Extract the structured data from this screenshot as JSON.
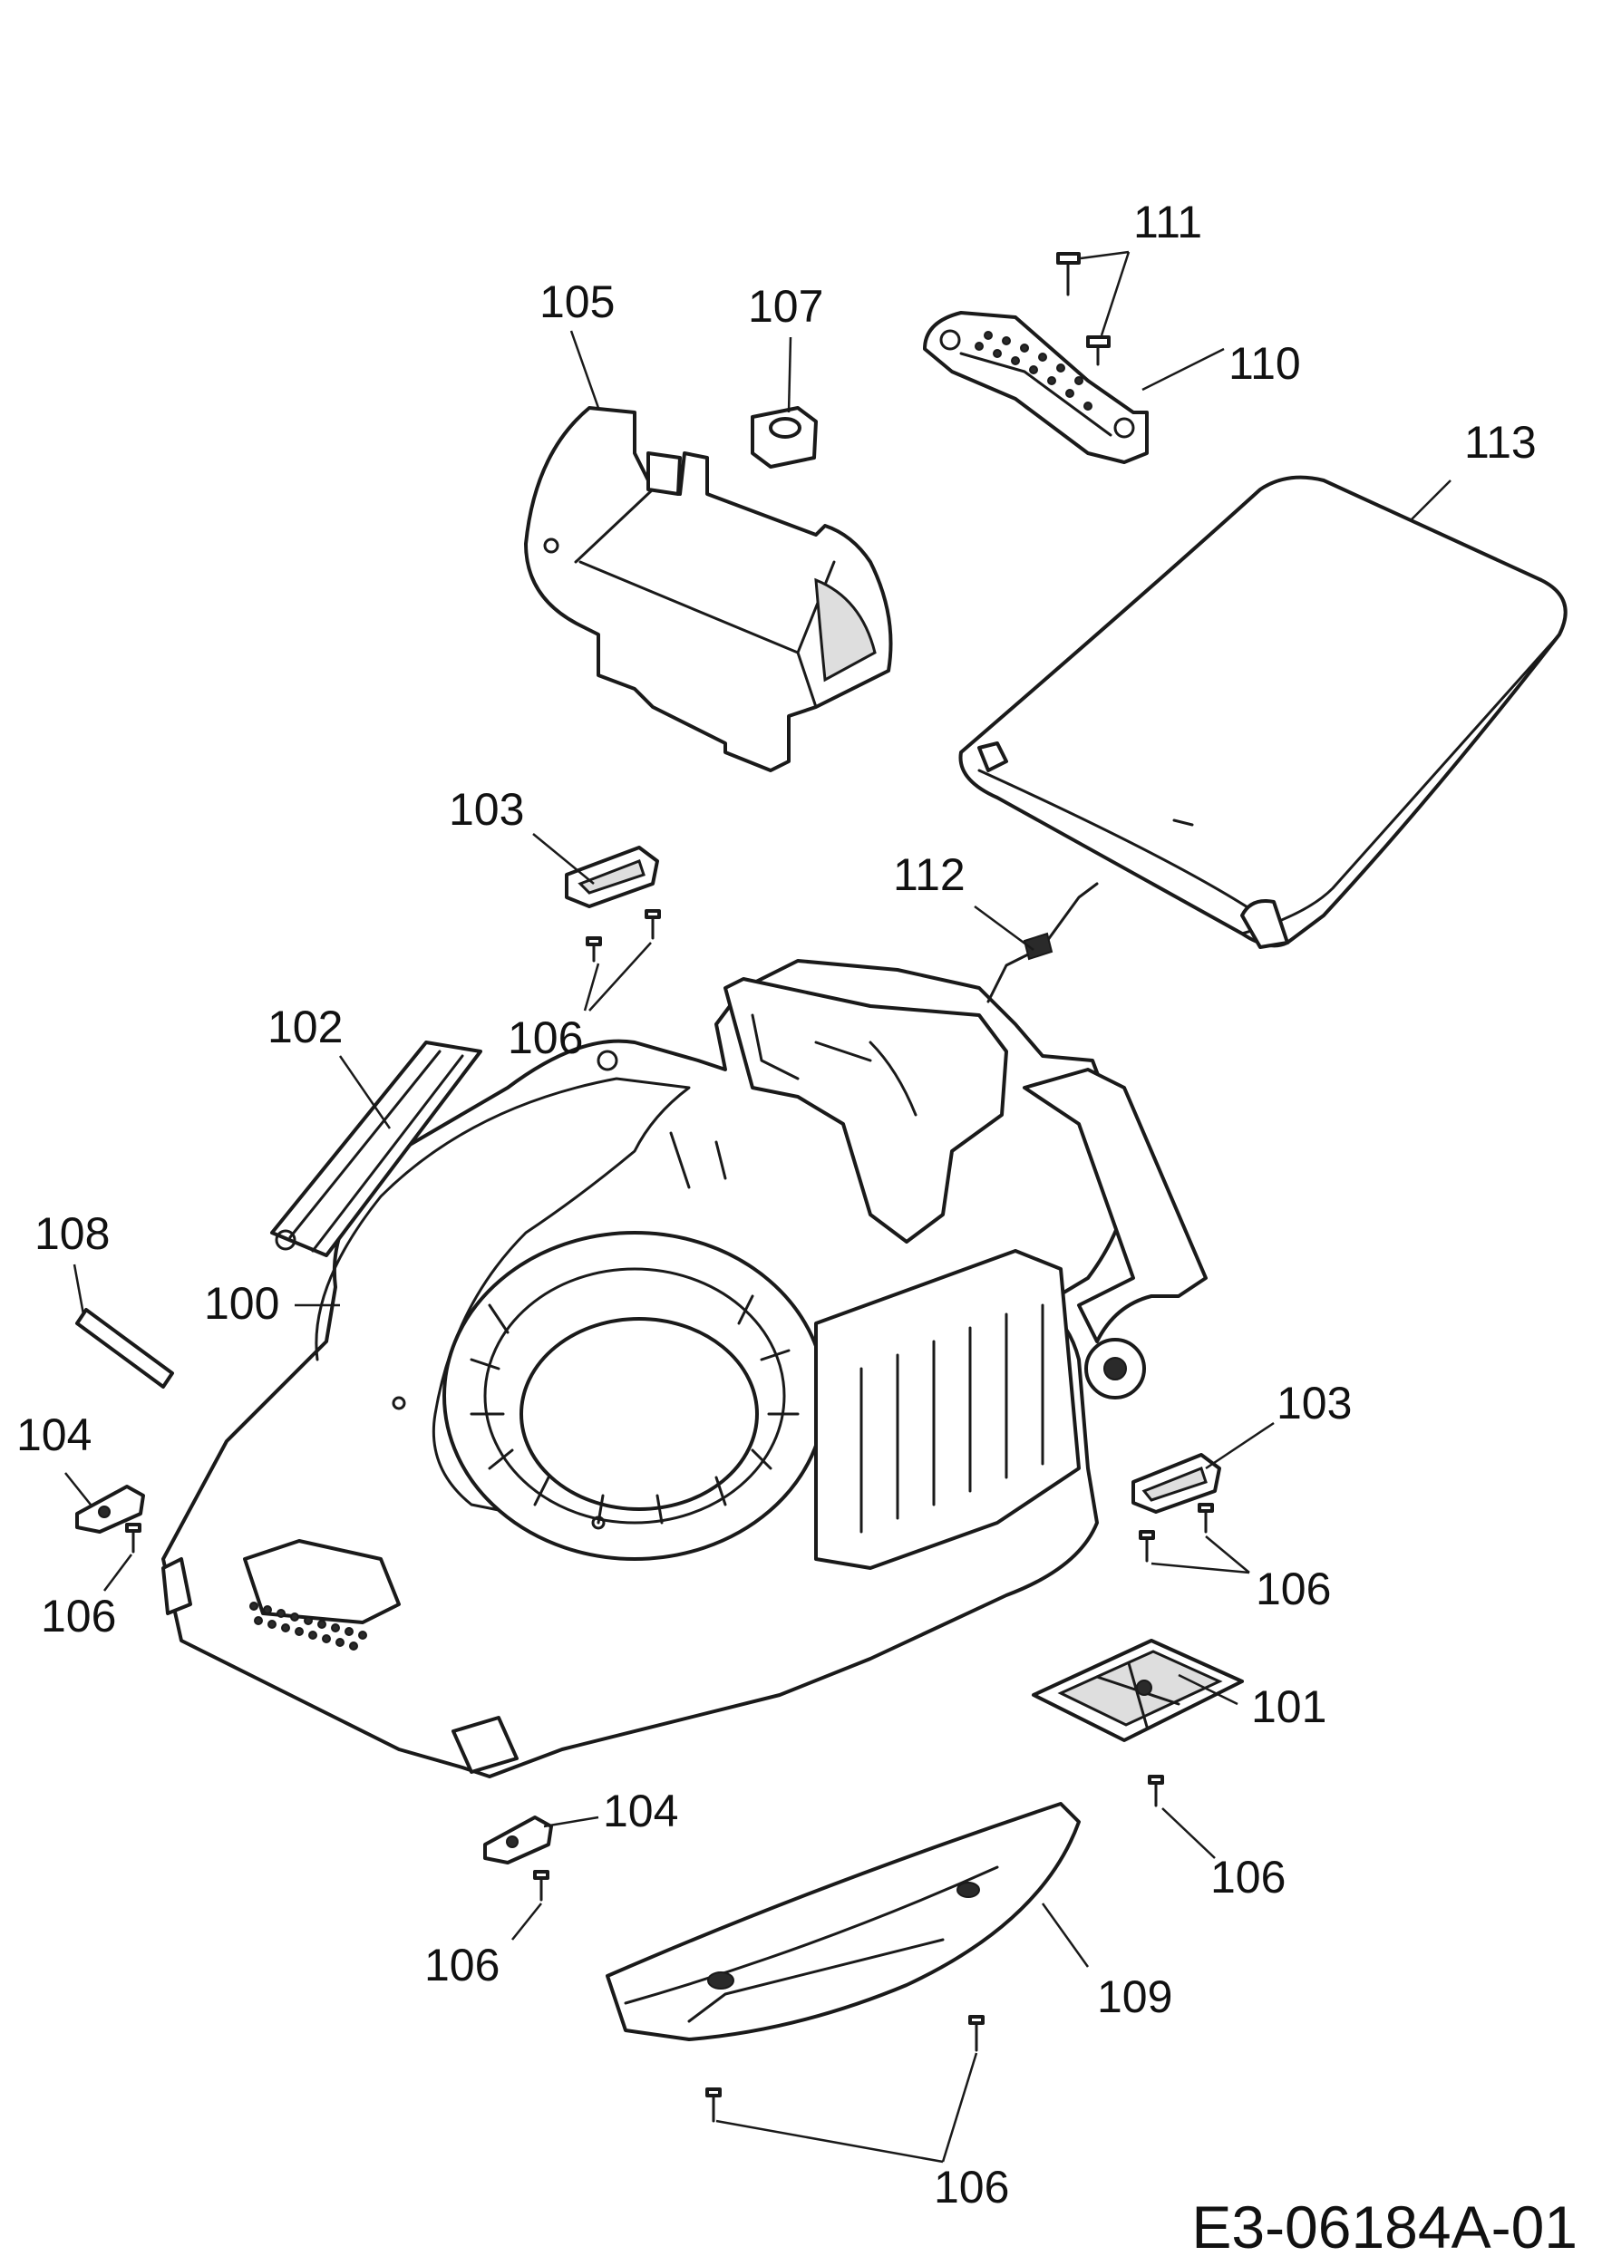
{
  "drawing_number": "E3-06184A-01",
  "callouts": {
    "c100": "100",
    "c101": "101",
    "c102": "102",
    "c103a": "103",
    "c103b": "103",
    "c104a": "104",
    "c104b": "104",
    "c105": "105",
    "c106a": "106",
    "c106b": "106",
    "c106c": "106",
    "c106d": "106",
    "c106e": "106",
    "c106f": "106",
    "c107": "107",
    "c108": "108",
    "c109": "109",
    "c110": "110",
    "c111": "111",
    "c112": "112",
    "c113": "113"
  }
}
